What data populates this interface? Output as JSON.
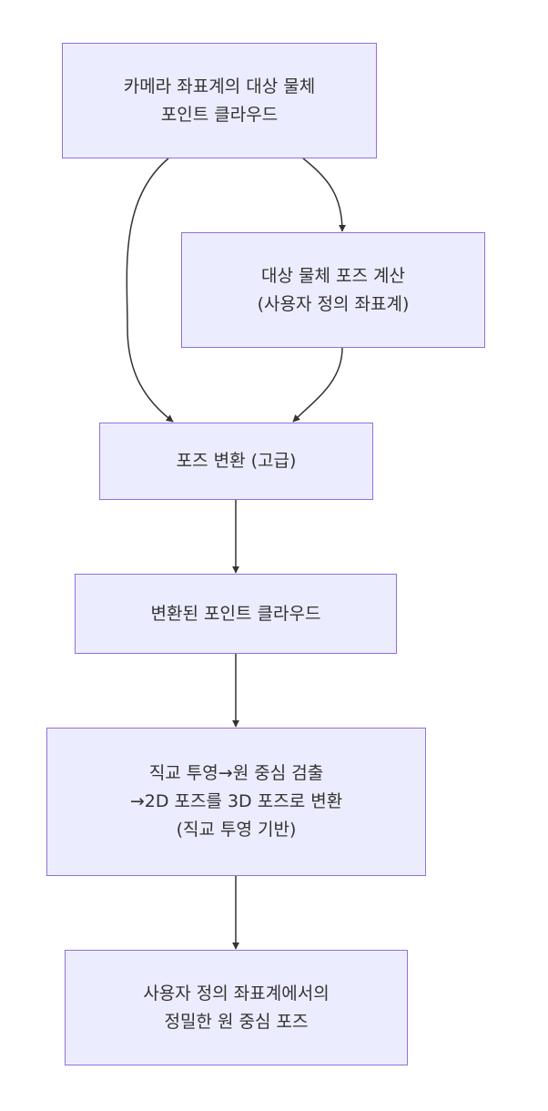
{
  "colors": {
    "node_fill": "#ececff",
    "node_border": "#9370db",
    "edge": "#333333",
    "text": "#333333"
  },
  "nodes": [
    {
      "id": "source",
      "lines": [
        "카메라 좌표계의 대상 물체",
        "포인트 클라우드"
      ]
    },
    {
      "id": "pose",
      "lines": [
        "대상 물체 포즈 계산",
        "(사용자 정의 좌표계)"
      ]
    },
    {
      "id": "transform",
      "lines": [
        "포즈 변환 (고급)"
      ]
    },
    {
      "id": "transformed",
      "lines": [
        "변환된 포인트 클라우드"
      ]
    },
    {
      "id": "detect",
      "lines": [
        "직교 투영→원 중심 검출",
        "→2D 포즈를 3D 포즈로 변환",
        "(직교 투영 기반)"
      ]
    },
    {
      "id": "result",
      "lines": [
        "사용자 정의 좌표계에서의",
        "정밀한 원 중심 포즈"
      ]
    }
  ],
  "edges": [
    {
      "from": "source",
      "to": "pose"
    },
    {
      "from": "source",
      "to": "transform"
    },
    {
      "from": "pose",
      "to": "transform"
    },
    {
      "from": "transform",
      "to": "transformed"
    },
    {
      "from": "transformed",
      "to": "detect"
    },
    {
      "from": "detect",
      "to": "result"
    }
  ]
}
